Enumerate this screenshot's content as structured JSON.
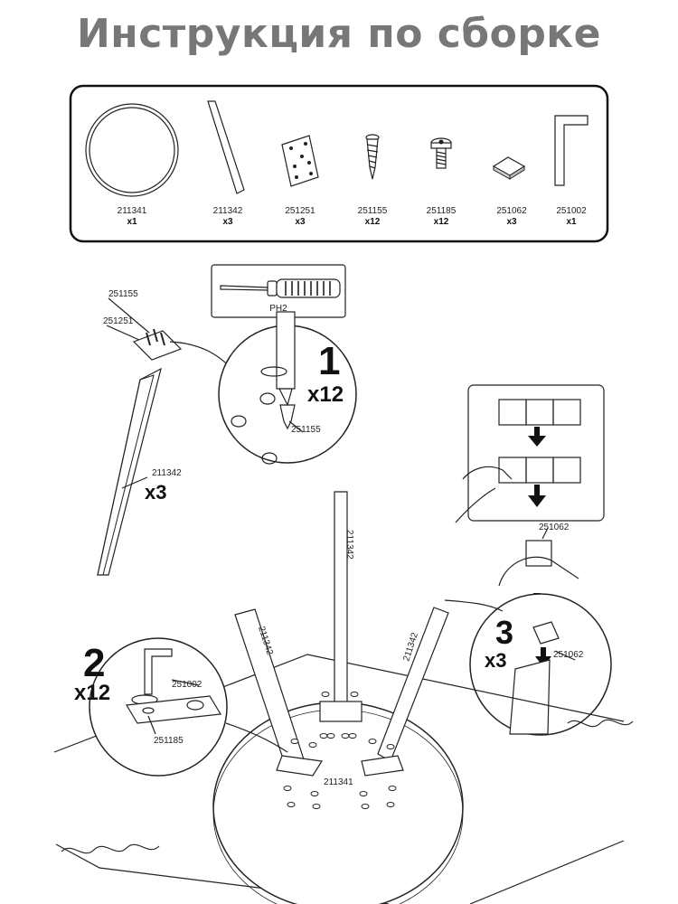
{
  "title": "Инструкция по сборке",
  "parts": [
    {
      "code": "211341",
      "qty": "x1",
      "icon": "round-tabletop"
    },
    {
      "code": "211342",
      "qty": "x3",
      "icon": "leg"
    },
    {
      "code": "251251",
      "qty": "x3",
      "icon": "mounting-plate"
    },
    {
      "code": "251155",
      "qty": "x12",
      "icon": "wood-screw"
    },
    {
      "code": "251185",
      "qty": "x12",
      "icon": "bolt"
    },
    {
      "code": "251062",
      "qty": "x3",
      "icon": "felt-pad"
    },
    {
      "code": "251002",
      "qty": "x1",
      "icon": "hex-key"
    }
  ],
  "tool": {
    "label": "PH2"
  },
  "step1": {
    "number": "1",
    "multiplier": "x12",
    "label_screw": "251155",
    "label_plate": "251251",
    "label_screw_top": "251155",
    "label_leg": "211342",
    "leg_count": "x3"
  },
  "step2": {
    "number": "2",
    "multiplier": "x12",
    "label_key": "251002",
    "label_bolt": "251185"
  },
  "step3": {
    "number": "3",
    "multiplier": "x3",
    "label_pad_top": "251062",
    "label_pad_bottom": "251062"
  },
  "assembly": {
    "label_top": "211341",
    "label_leg_a": "211342",
    "label_leg_b": "211342",
    "label_leg_c": "211342"
  }
}
